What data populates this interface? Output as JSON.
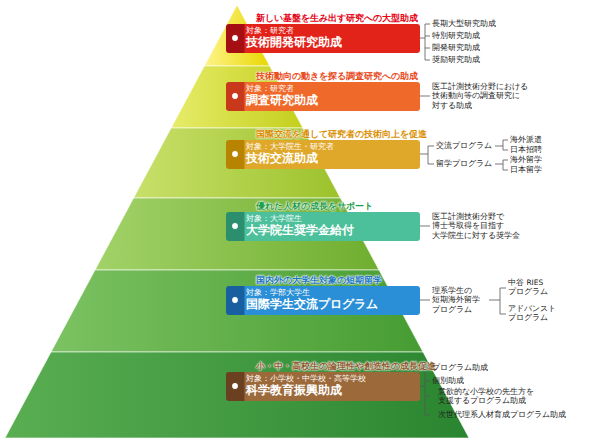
{
  "diagram": {
    "nodes": [
      {
        "text": [
          "新しい基盤を生み出す研究への大型助成",
          "対象：研究者",
          "技術開発研究助成"
        ]
      },
      {
        "text": [
          "技術動向の動きを探る調査研究への助成",
          "対象：研究者",
          "調査研究助成"
        ]
      },
      {
        "text": [
          "国際交流を通して研究者の技術向上を促進",
          "対象：大学院生・研究者",
          "技術交流助成"
        ]
      },
      {
        "text": [
          "優れた人材の成長をサポート",
          "対象：大学院生",
          "大学院生奨学金給付"
        ]
      },
      {
        "text": [
          "国内外の大学生対象の短期留学",
          "対象：学部大学生",
          "国際学生交流プログラム"
        ]
      },
      {
        "text": [
          "小・中・高校生の論理性や創造性の成長促進",
          "対象：小学校・中学校・高等学校",
          "科学教育振興助成"
        ]
      }
    ],
    "labels": [
      "長期大型研究助成",
      "特別研究助成",
      "開発研究助成",
      "奨励研究助成",
      "医工計測技術分野における 技術動向等の調査研究に 対する助成",
      "交流プログラム",
      "海外派遣",
      "日本招聘",
      "留学プログラム",
      "海外留学",
      "日本留学",
      "医工計測技術分野で 博士号取得を目指す 大学院生に対する奨学金",
      "理系学生の 短期海外留学 プログラム",
      "中谷 RIES プログラム",
      "アドバンスト プログラム",
      "プログラム助成",
      "個別助成",
      "意欲的な小学校の先生方を 支援するプログラム助成",
      "次世代理系人材育成プログラム助成"
    ]
  }
}
